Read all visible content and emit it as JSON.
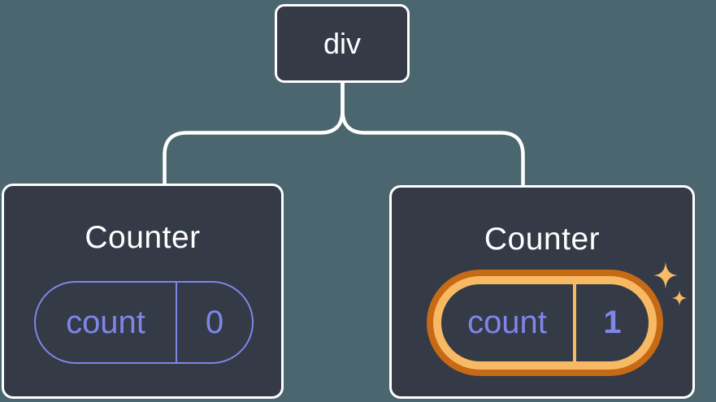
{
  "diagram": {
    "root": {
      "label": "div"
    },
    "children": [
      {
        "title": "Counter",
        "state": {
          "key": "count",
          "value": "0"
        },
        "highlighted": false
      },
      {
        "title": "Counter",
        "state": {
          "key": "count",
          "value": "1"
        },
        "highlighted": true
      }
    ]
  },
  "icons": {
    "highlight": "sparkles-icon"
  },
  "colors": {
    "background": "#4C6670",
    "card": "#343A46",
    "cardBorder": "#FFFFFF",
    "connector": "#FFFFFF",
    "text": "#FFFFFF",
    "purple": "#7E86E8",
    "orangeDark": "#C66A15",
    "orangeLight": "#F8B964",
    "sparkle": "#F8BA64"
  }
}
